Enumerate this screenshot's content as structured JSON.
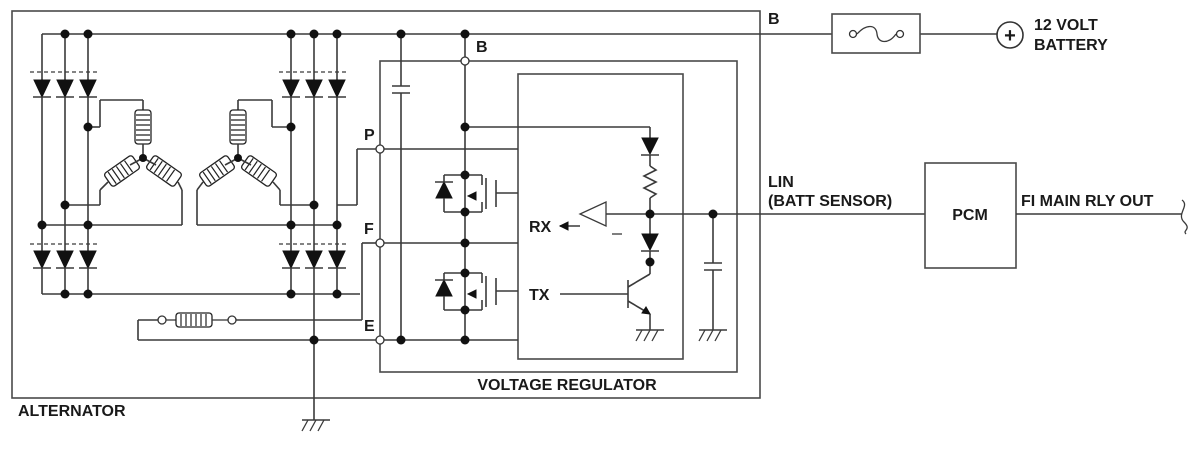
{
  "labels": {
    "b_top": "B",
    "b_node": "B",
    "p": "P",
    "f": "F",
    "e": "E",
    "rx": "RX",
    "tx": "TX",
    "battery_line1": "12 VOLT",
    "battery_line2": "BATTERY",
    "battery_symbol": "+",
    "lin_line1": "LIN",
    "lin_line2": "(BATT SENSOR)",
    "pcm": "PCM",
    "fi_main": "FI MAIN RLY OUT",
    "voltage_regulator": "VOLTAGE REGULATOR",
    "alternator": "ALTERNATOR"
  },
  "colors": {
    "wire": "#3a3a3a",
    "ink": "#111111",
    "background": "#ffffff"
  }
}
